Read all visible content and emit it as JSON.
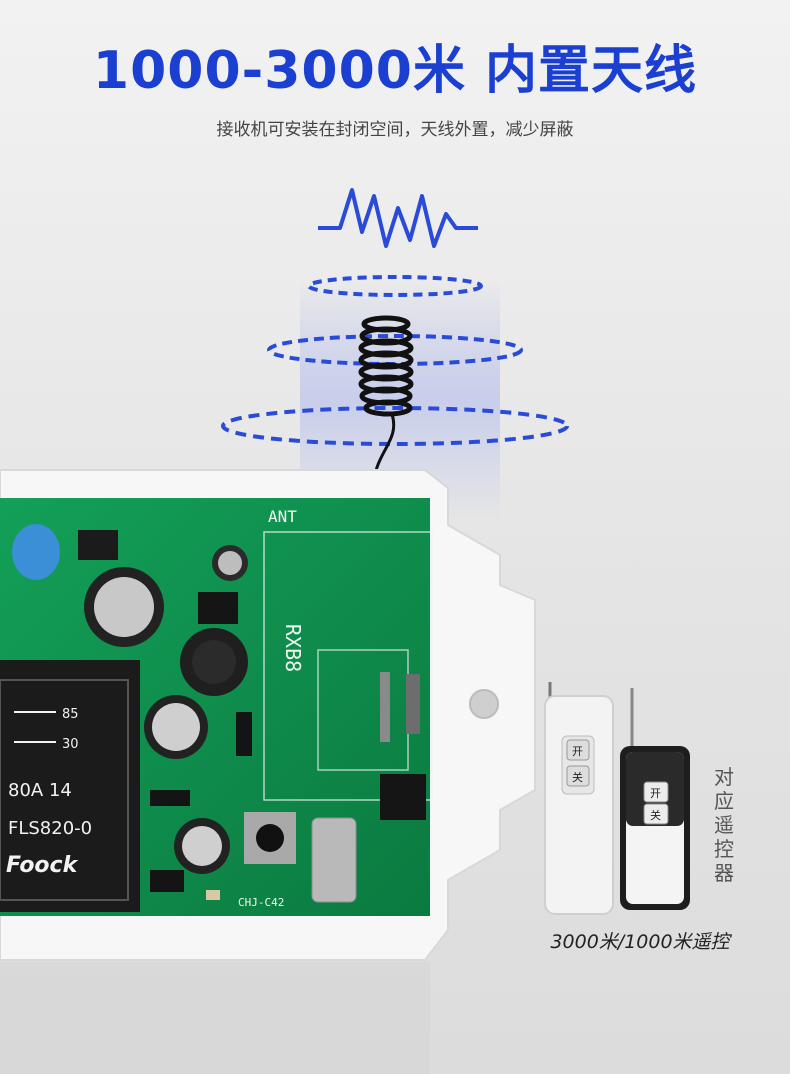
{
  "headline": "1000-3000米 内置天线",
  "subheadline": "接收机可安装在封闭空间，天线外置，减少屏蔽",
  "remote_caption": "3000米/1000米遥控",
  "remote_vertical_label": "对应遥控器",
  "board_labels": {
    "ant": "ANT",
    "rxb": "RXB8",
    "relay_line1": "80A 14",
    "relay_line2": "FLS820-0",
    "relay_pin85": "85",
    "relay_pin30": "30",
    "relay_brand": "Foock",
    "bottom_silk": "CHJ-C42"
  },
  "remote_buttons": {
    "on": "开",
    "off": "关"
  },
  "colors": {
    "headline_blue": "#1a3fd1",
    "wave_blue": "#2a4bd8",
    "pcb_green": "#0e8a4a",
    "enclosure_white": "#f7f7f7"
  },
  "icons": [
    "signal-wave-icon",
    "antenna-coil-icon"
  ]
}
